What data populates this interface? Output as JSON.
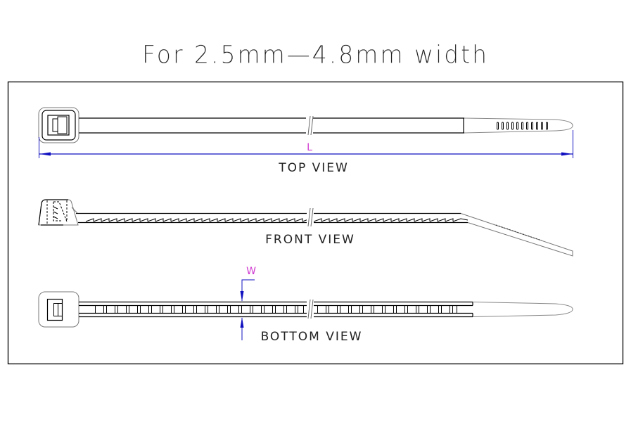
{
  "title": "For 2.5mm—4.8mm width",
  "views": {
    "top": {
      "label": "TOP VIEW",
      "dimension_label": "L"
    },
    "front": {
      "label": "FRONT VIEW"
    },
    "bottom": {
      "label": "BOTTOM VIEW",
      "dimension_label": "W"
    }
  },
  "colors": {
    "outline": "#000000",
    "dimension_line": "#1010c0",
    "dimension_text": "#d03ad0",
    "soft_outline": "#888888"
  }
}
